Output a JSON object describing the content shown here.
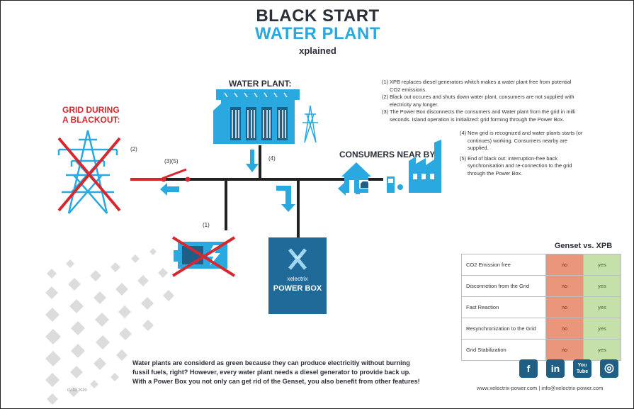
{
  "header": {
    "title_line1": "BLACK START",
    "title_line2": "WATER PLANT",
    "subtitle": "xplained"
  },
  "labels": {
    "water_plant": "WATER PLANT:",
    "grid_line1": "GRID DURING",
    "grid_line2": "A BLACKOUT:",
    "consumers": "CONSUMERS NEAR BY:",
    "num_4": "(4)",
    "num_2": "(2)",
    "num_35": "(3)(5)",
    "num_1": "(1)"
  },
  "power_box": {
    "brand": "xelectrix",
    "name": "POWER BOX"
  },
  "notes": [
    "(1) XPB replaces diesel generators whitch makes a water plant free from potential",
    "CO2 emissions.",
    "(2) Black out occures and shuts down water plant, consumers are not supplied with",
    "electricity any longer.",
    "(3) The Power Box disconnects the consumers and Water plant from the grid in milli",
    "seconds. Island operation is initialized: grid forming through the Power Box.",
    "(4) New grid is recognized and water plants starts (or",
    "continues) working. Consumers nearby are",
    "supplied.",
    "(5) End of black out: interruption-free back",
    "synchronisation and re-connection to the grid",
    "through the Power Box."
  ],
  "comparison": {
    "col_genset": "Genset",
    "col_vs": "vs.",
    "col_xpb": "XPB",
    "rows": [
      {
        "feature": "CO2 Emission free",
        "genset": "no",
        "xpb": "yes"
      },
      {
        "feature": "Disconnetion from the Grid",
        "genset": "no",
        "xpb": "yes"
      },
      {
        "feature": "Fast Reaction",
        "genset": "no",
        "xpb": "yes"
      },
      {
        "feature": "Resynchronization to the Grid",
        "genset": "no",
        "xpb": "yes"
      },
      {
        "feature": "Grid Stabilization",
        "genset": "no",
        "xpb": "yes"
      }
    ]
  },
  "bottom_text": [
    "Water plants are considerd as green because they can produce electricitiy without burning",
    "fussil fuels, right? However, every water plant needs a diesel generator to provide back up.",
    "With a Power Box you not only can get rid of the Genset, you also benefit from other features!"
  ],
  "social": {
    "facebook": "f",
    "linkedin": "in",
    "youtube_top": "You",
    "youtube_bottom": "Tube",
    "instagram": "◎"
  },
  "footer": "www.xelectrix-power.com | info@xelectrix-power.com",
  "date": "02.03.2020",
  "colors": {
    "dark": "#2b2f38",
    "blue": "#29a9df",
    "red": "#d7282f",
    "navy": "#1f5f86",
    "no": "#e9967a",
    "yes": "#c5e0a8"
  }
}
